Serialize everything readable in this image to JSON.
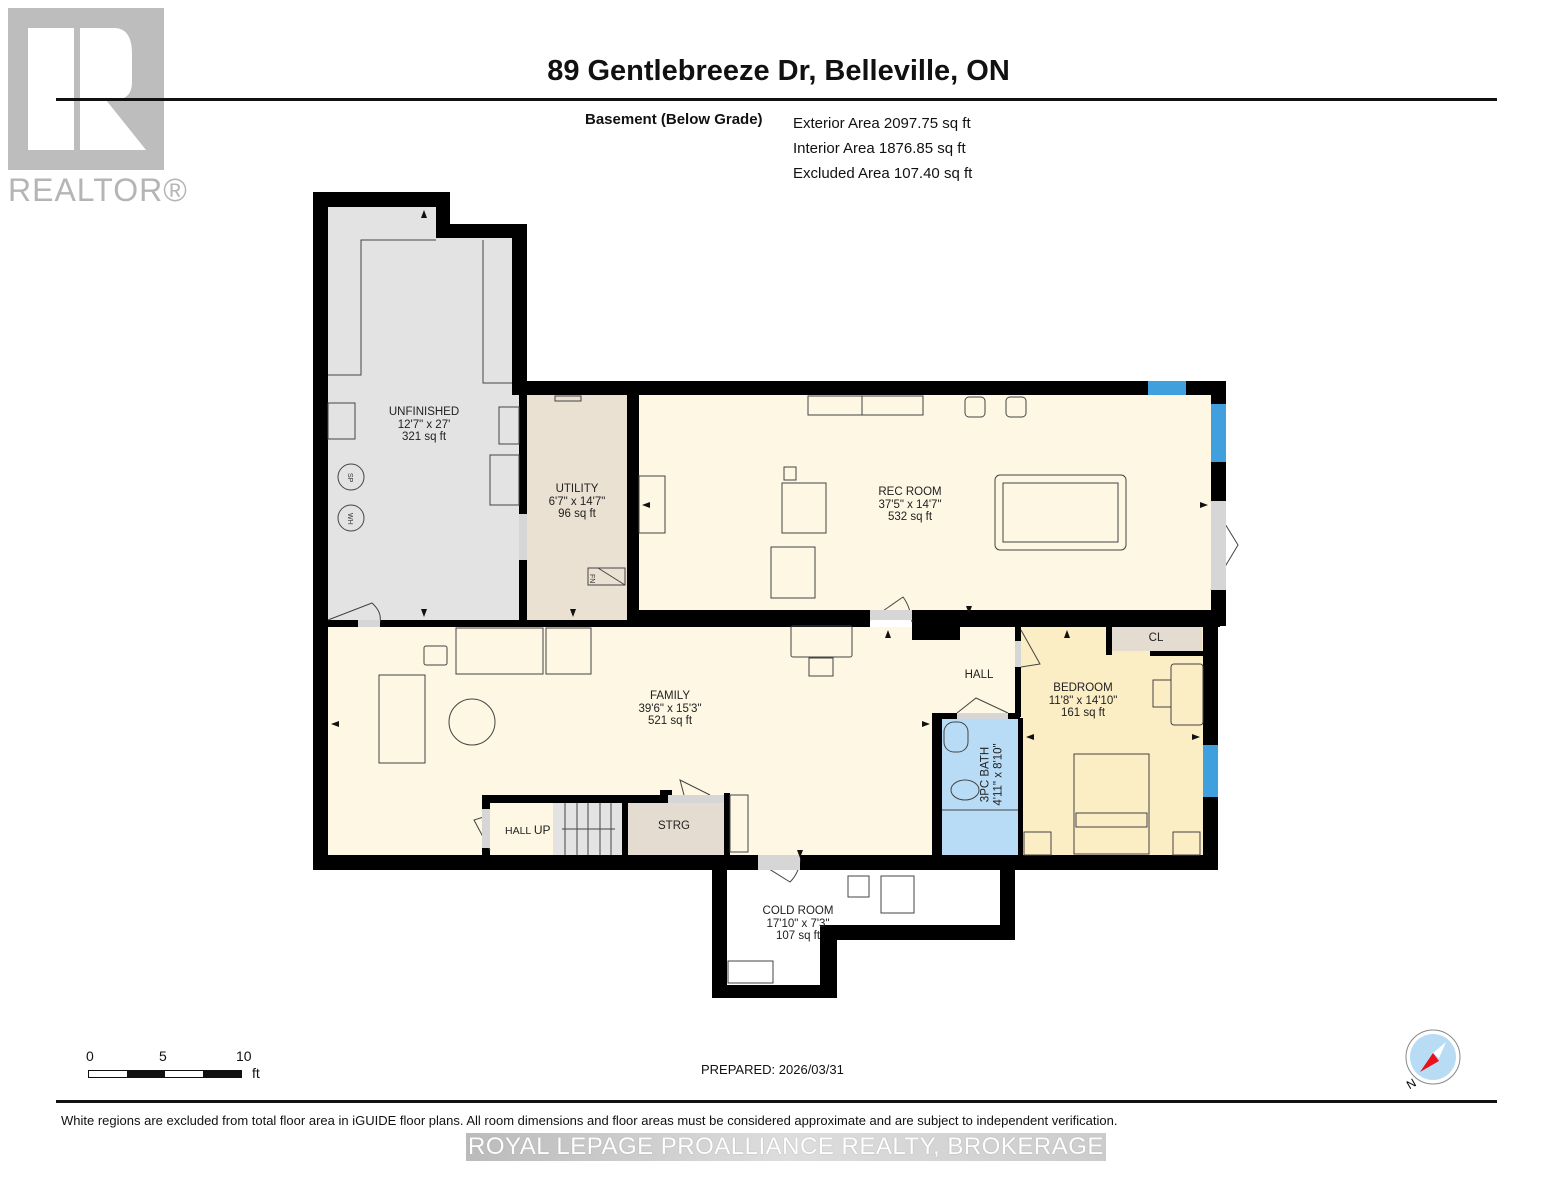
{
  "header": {
    "title": "89 Gentlebreeze Dr, Belleville, ON",
    "level": "Basement (Below Grade)",
    "areas": [
      "Exterior Area 2097.75 sq ft",
      "Interior Area 1876.85 sq ft",
      "Excluded Area 107.40 sq ft"
    ]
  },
  "logo": {
    "text": "REALTOR®"
  },
  "rooms": [
    {
      "name": "UNFINISHED",
      "dims": "12'7\" x 27'",
      "area": "321 sq ft"
    },
    {
      "name": "UTILITY",
      "dims": "6'7\" x 14'7\"",
      "area": "96 sq ft"
    },
    {
      "name": "REC ROOM",
      "dims": "37'5\" x 14'7\"",
      "area": "532 sq ft"
    },
    {
      "name": "FAMILY",
      "dims": "39'6\" x 15'3\"",
      "area": "521 sq ft"
    },
    {
      "name": "HALL",
      "dims": "",
      "area": ""
    },
    {
      "name": "BEDROOM",
      "dims": "11'8\" x 14'10\"",
      "area": "161 sq ft"
    },
    {
      "name": "3PC BATH",
      "dims": "4'11\" x 8'10\"",
      "area": ""
    },
    {
      "name": "CL",
      "dims": "",
      "area": ""
    },
    {
      "name": "HALL",
      "dims": "",
      "area": ""
    },
    {
      "name": "UP",
      "dims": "",
      "area": ""
    },
    {
      "name": "STRG",
      "dims": "",
      "area": ""
    },
    {
      "name": "COLD ROOM",
      "dims": "17'10\" x 7'3\"",
      "area": "107 sq ft"
    }
  ],
  "fixtures": {
    "sump_pump": "SP",
    "water_heater": "WH",
    "furnace": "FN"
  },
  "scale": {
    "ticks": [
      "0",
      "5",
      "10"
    ],
    "unit": "ft"
  },
  "footer": {
    "prepared": "PREPARED: 2026/03/31",
    "disclaimer": "White regions are excluded from total floor area in iGUIDE floor plans. All room dimensions and floor areas must be considered approximate and are subject to independent verification.",
    "brokerage": "ROYAL LEPAGE PROALLIANCE REALTY, BROKERAGE",
    "compass_label": "N"
  },
  "colors": {
    "wall": "#000000",
    "unfinished": "#e3e3e3",
    "utility": "#ebe1d3",
    "living": "#fdf7e3",
    "bedroom": "#fbedc4",
    "bath": "#b8dcf6",
    "window": "#3fa0dd",
    "compass_fill": "#b9dcf5",
    "compass_needle": "#e8121a"
  }
}
